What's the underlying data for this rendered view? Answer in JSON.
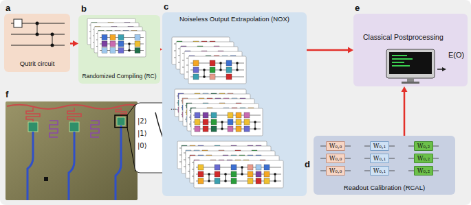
{
  "diagram": {
    "nodes": [
      {
        "text": [
          "Qutrit circuit"
        ]
      },
      {
        "text": [
          "Randomized Compiling (RC)"
        ]
      },
      {
        "text": [
          "Noiseless Output Extrapolation (NOX)"
        ]
      },
      {
        "text": [
          "Classical Postprocessing"
        ]
      },
      {
        "text": [
          "Readout Calibration (RCAL)"
        ]
      },
      {
        "text": [
          "W₀,₀"
        ],
        "in": 4
      },
      {
        "text": [
          "W₀,₁"
        ],
        "in": 4
      },
      {
        "text": [
          "W₀,₂"
        ],
        "in": 4
      },
      {
        "text": [
          "W₀,₀"
        ],
        "in": 4
      },
      {
        "text": [
          "W₀,₁"
        ],
        "in": 4
      },
      {
        "text": [
          "W₀,₂"
        ],
        "in": 4
      },
      {
        "text": [
          "W₀,₀"
        ],
        "in": 4
      },
      {
        "text": [
          "W₀,₁"
        ],
        "in": 4
      },
      {
        "text": [
          "W₀,₂"
        ],
        "in": 4
      }
    ],
    "edges": [
      {
        "from": 0,
        "to": 1,
        "arrow": "to"
      },
      {
        "from": 1,
        "to": 2,
        "arrow": "to"
      },
      {
        "from": 2,
        "to": 3,
        "arrow": "to"
      },
      {
        "from": 4,
        "to": 3,
        "arrow": "to"
      }
    ],
    "labels": [
      "a",
      "b",
      "c",
      "d",
      "e",
      "f",
      "...",
      "|2⟩",
      "|1⟩",
      "|0⟩",
      "E(O)"
    ]
  }
}
